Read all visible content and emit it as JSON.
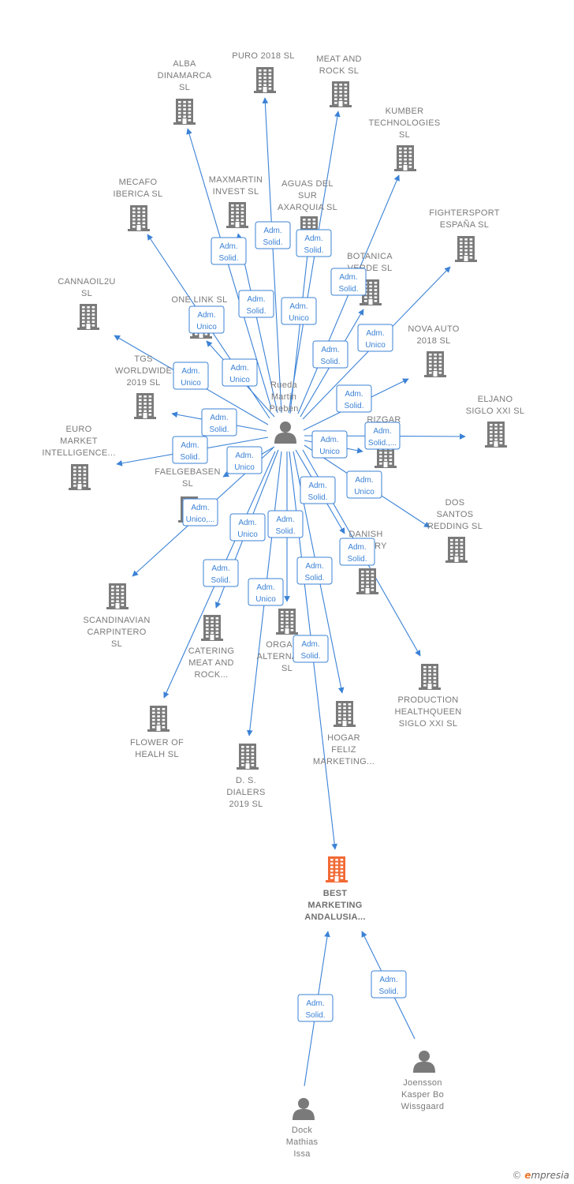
{
  "colors": {
    "edge": "#3b82d6",
    "building": "#7a7a7a",
    "focus_building": "#f26a35",
    "person": "#7a7a7a",
    "label": "#7a7a7a"
  },
  "nodes": [
    {
      "id": "rueda",
      "type": "person",
      "lines": [
        "Rueda",
        "Martin",
        "Preben"
      ]
    },
    {
      "id": "alba",
      "type": "company",
      "lines": [
        "ALBA",
        "DINAMARCA",
        "SL"
      ]
    },
    {
      "id": "puro",
      "type": "company",
      "lines": [
        "PURO 2018  SL"
      ]
    },
    {
      "id": "meat",
      "type": "company",
      "lines": [
        "MEAT AND",
        "ROCK SL"
      ]
    },
    {
      "id": "kumber",
      "type": "company",
      "lines": [
        "KUMBER",
        "TECHNOLOGIES",
        "SL"
      ]
    },
    {
      "id": "mecafo",
      "type": "company",
      "lines": [
        "MECAFO",
        "IBERICA  SL"
      ]
    },
    {
      "id": "maxmartin",
      "type": "company",
      "lines": [
        "MAXMARTIN",
        "INVEST SL"
      ]
    },
    {
      "id": "aguas",
      "type": "company",
      "lines": [
        "AGUAS DEL",
        "SUR",
        "AXARQUIA  SL"
      ]
    },
    {
      "id": "fightersport",
      "type": "company",
      "lines": [
        "FIGHTERSPORT",
        "ESPAÑA SL"
      ]
    },
    {
      "id": "botanica",
      "type": "company",
      "lines": [
        "BOTANICA",
        "VERDE  SL"
      ]
    },
    {
      "id": "cannaoil",
      "type": "company",
      "lines": [
        "CANNAOIL2U",
        "SL"
      ]
    },
    {
      "id": "onelink",
      "type": "company",
      "lines": [
        "ONE LINK  SL"
      ]
    },
    {
      "id": "novaauto",
      "type": "company",
      "lines": [
        "NOVA AUTO",
        "2018  SL"
      ]
    },
    {
      "id": "tgs",
      "type": "company",
      "lines": [
        "TGS",
        "WORLDWIDE",
        "2019  SL"
      ]
    },
    {
      "id": "eljano",
      "type": "company",
      "lines": [
        "ELJANO",
        "SIGLO XXI  SL"
      ]
    },
    {
      "id": "rizgar",
      "type": "company",
      "lines": [
        "RIZGAR"
      ]
    },
    {
      "id": "euro",
      "type": "company",
      "lines": [
        "EURO",
        "MARKET",
        "INTELLIGENCE..."
      ]
    },
    {
      "id": "faelgebasen",
      "type": "company",
      "lines": [
        "FAELGEBASEN",
        "SL"
      ]
    },
    {
      "id": "dossantos",
      "type": "company",
      "lines": [
        "DOS",
        "SANTOS",
        "REDDING SL"
      ]
    },
    {
      "id": "danish",
      "type": "company",
      "lines": [
        "DANISH",
        "FACTORY",
        "SL"
      ]
    },
    {
      "id": "scandinavian",
      "type": "company",
      "lines": [
        "SCANDINAVIAN",
        "CARPINTERO",
        "SL"
      ]
    },
    {
      "id": "catering",
      "type": "company",
      "lines": [
        "CATERING",
        "MEAT AND",
        "ROCK..."
      ]
    },
    {
      "id": "organic",
      "type": "company",
      "lines": [
        "ORGANIC",
        "ALTERNATIVE",
        "SL"
      ]
    },
    {
      "id": "production",
      "type": "company",
      "lines": [
        "PRODUCTION",
        "HEALTHQUEEN",
        "SIGLO XXI  SL"
      ]
    },
    {
      "id": "flower",
      "type": "company",
      "lines": [
        "FLOWER OF",
        "HEALH  SL"
      ]
    },
    {
      "id": "hogar",
      "type": "company",
      "lines": [
        "HOGAR",
        "FELIZ",
        "MARKETING..."
      ]
    },
    {
      "id": "dsdialers",
      "type": "company",
      "lines": [
        "D. S.",
        "DIALERS",
        "2019  SL"
      ]
    },
    {
      "id": "best",
      "type": "focus",
      "lines": [
        "BEST",
        "MARKETING",
        "ANDALUSIA..."
      ]
    },
    {
      "id": "dock",
      "type": "person",
      "lines": [
        "Dock",
        "Mathias",
        "Issa"
      ]
    },
    {
      "id": "joensson",
      "type": "person",
      "lines": [
        "Joensson",
        "Kasper Bo",
        "Wissgaard"
      ]
    }
  ],
  "edges": [
    {
      "from": "rueda",
      "to": "alba",
      "role": [
        "Adm.",
        "Solid."
      ]
    },
    {
      "from": "rueda",
      "to": "puro",
      "role": [
        "Adm.",
        "Solid."
      ]
    },
    {
      "from": "rueda",
      "to": "meat",
      "role": [
        "Adm.",
        "Solid."
      ]
    },
    {
      "from": "rueda",
      "to": "kumber",
      "role": [
        "Adm.",
        "Solid."
      ]
    },
    {
      "from": "rueda",
      "to": "mecafo",
      "role": [
        "Adm.",
        "Unico"
      ]
    },
    {
      "from": "rueda",
      "to": "maxmartin",
      "role": [
        "Adm.",
        "Solid."
      ]
    },
    {
      "from": "rueda",
      "to": "aguas",
      "role": [
        "Adm.",
        "Unico"
      ]
    },
    {
      "from": "rueda",
      "to": "fightersport",
      "role": [
        "Adm.",
        "Unico"
      ]
    },
    {
      "from": "rueda",
      "to": "botanica",
      "role": [
        "Adm.",
        "Solid."
      ]
    },
    {
      "from": "rueda",
      "to": "cannaoil",
      "role": [
        "Adm.",
        "Unico"
      ]
    },
    {
      "from": "rueda",
      "to": "onelink",
      "role": [
        "Adm.",
        "Unico"
      ]
    },
    {
      "from": "rueda",
      "to": "novaauto",
      "role": [
        "Adm.",
        "Solid."
      ]
    },
    {
      "from": "rueda",
      "to": "tgs",
      "role": [
        "Adm.",
        "Solid."
      ]
    },
    {
      "from": "rueda",
      "to": "eljano",
      "role": [
        "Adm.",
        "Solid.,..."
      ]
    },
    {
      "from": "rueda",
      "to": "rizgar",
      "role": [
        "Adm.",
        "Unico"
      ]
    },
    {
      "from": "rueda",
      "to": "euro",
      "role": [
        "Adm.",
        "Solid."
      ]
    },
    {
      "from": "rueda",
      "to": "faelgebasen",
      "role": [
        "Adm.",
        "Unico"
      ]
    },
    {
      "from": "rueda",
      "to": "dossantos",
      "role": [
        "Adm.",
        "Unico"
      ]
    },
    {
      "from": "rueda",
      "to": "danish",
      "role": [
        "Adm.",
        "Solid."
      ]
    },
    {
      "from": "rueda",
      "to": "scandinavian",
      "role": [
        "Adm.",
        "Unico,..."
      ]
    },
    {
      "from": "rueda",
      "to": "catering",
      "role": [
        "Adm.",
        "Unico"
      ]
    },
    {
      "from": "rueda",
      "to": "organic",
      "role": [
        "Adm.",
        "Solid."
      ]
    },
    {
      "from": "rueda",
      "to": "production",
      "role": [
        "Adm.",
        "Solid."
      ]
    },
    {
      "from": "rueda",
      "to": "flower",
      "role": [
        "Adm.",
        "Solid."
      ]
    },
    {
      "from": "rueda",
      "to": "hogar",
      "role": [
        "Adm.",
        "Solid."
      ]
    },
    {
      "from": "rueda",
      "to": "dsdialers",
      "role": [
        "Adm.",
        "Unico"
      ]
    },
    {
      "from": "rueda",
      "to": "best",
      "role": [
        "Adm.",
        "Solid."
      ]
    },
    {
      "from": "dock",
      "to": "best",
      "role": [
        "Adm.",
        "Solid."
      ]
    },
    {
      "from": "joensson",
      "to": "best",
      "role": [
        "Adm.",
        "Solid."
      ]
    }
  ],
  "footer": {
    "copyright": "©",
    "brand_initial": "e",
    "brand_rest": "mpresia"
  }
}
